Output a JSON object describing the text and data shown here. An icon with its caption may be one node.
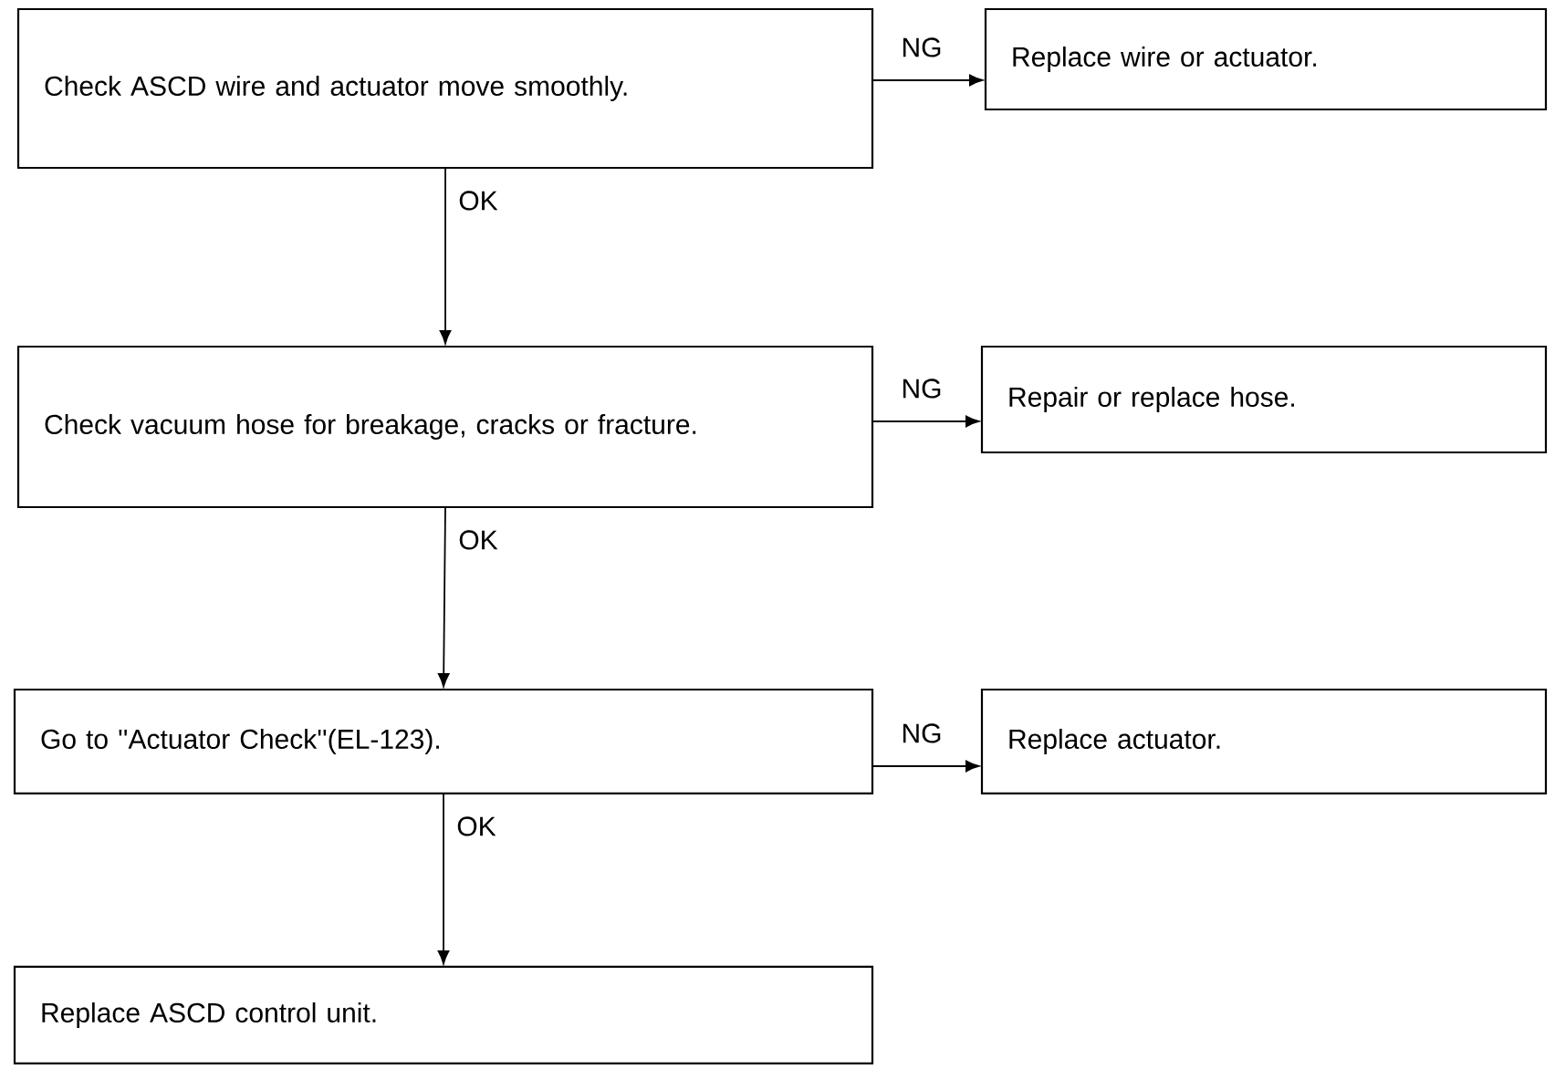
{
  "diagram": {
    "nodes": [
      {
        "text": [
          "Check ASCD wire and actuator move smoothly."
        ]
      },
      {
        "text": [
          "Replace wire or actuator."
        ]
      },
      {
        "text": [
          "Check vacuum hose for breakage, cracks or fracture."
        ]
      },
      {
        "text": [
          "Repair or replace hose."
        ]
      },
      {
        "text": [
          "Go to ''Actuator Check''(EL-123)."
        ]
      },
      {
        "text": [
          "Replace actuator."
        ]
      },
      {
        "text": [
          "Replace ASCD control unit."
        ]
      }
    ],
    "edges": [
      {
        "from": 0,
        "to": 1,
        "arrow": "to",
        "label": "NG"
      },
      {
        "from": 0,
        "to": 2,
        "arrow": "to",
        "label": "OK"
      },
      {
        "from": 2,
        "to": 3,
        "arrow": "to",
        "label": "NG"
      },
      {
        "from": 2,
        "to": 4,
        "arrow": "to",
        "label": "OK"
      },
      {
        "from": 4,
        "to": 5,
        "arrow": "to",
        "label": "NG"
      },
      {
        "from": 4,
        "to": 6,
        "arrow": "to",
        "label": "OK"
      }
    ]
  }
}
